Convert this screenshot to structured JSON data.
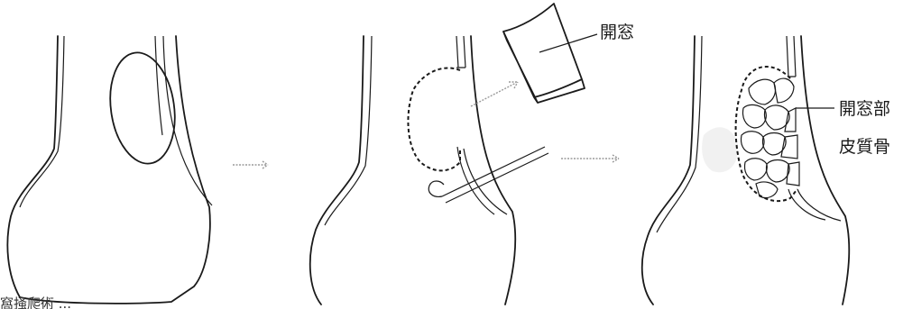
{
  "labels": {
    "window_lid": "開窓",
    "window_part": "開窓部",
    "cortical_bone": "皮質骨",
    "caption_fragment": "窩掻爬術 ..."
  },
  "colors": {
    "line": "#1a1a1a",
    "arrow": "#9a9a9a"
  }
}
